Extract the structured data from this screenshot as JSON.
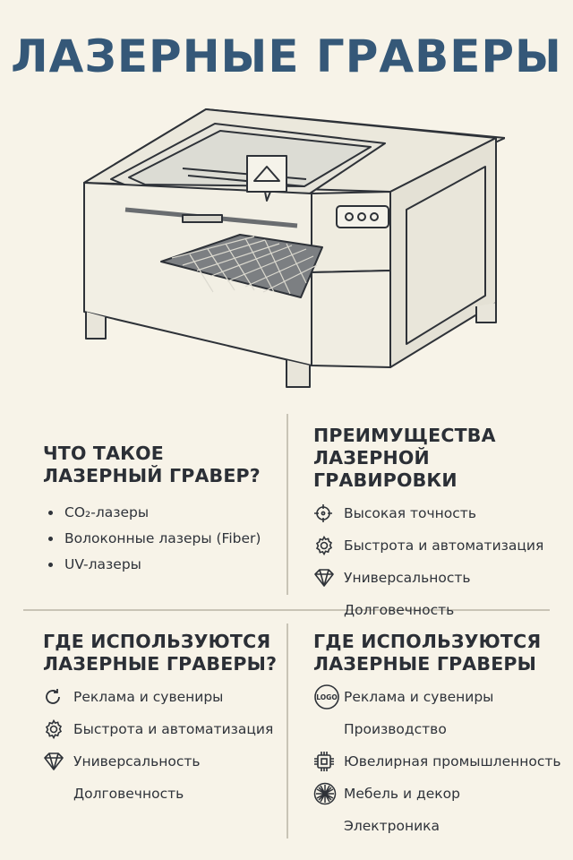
{
  "title": "ЛАЗЕРНЫЕ ГРАВЕРЫ",
  "what": {
    "title_line1": "ЧТО ТАКОЕ",
    "title_line2": "ЛАЗЕРНЫЙ ГРАВЕР?",
    "items": [
      "CO₂-лазеры",
      "Волоконные лазеры (Fiber)",
      "UV-лазеры"
    ]
  },
  "advantages": {
    "title_line1": "ПРЕИМУЩЕСТВА",
    "title_line2": "ЛАЗЕРНОЙ ГРАВИРОВКИ",
    "items": [
      {
        "label": "Высокая точность",
        "icon": "crosshair-icon"
      },
      {
        "label": "Быстрота и автоматизация",
        "icon": "gear-icon"
      },
      {
        "label": "Универсальность",
        "icon": "diamond-icon"
      },
      {
        "label": "Долговечность",
        "icon": ""
      }
    ]
  },
  "uses_left": {
    "title_line1": "ГДЕ ИСПОЛЬЗУЮТСЯ",
    "title_line2": "ЛАЗЕРНЫЕ ГРАВЕРЫ?",
    "items": [
      {
        "label": "Реклама и сувениры",
        "icon": "refresh-icon"
      },
      {
        "label": "Быстрота и автоматизация",
        "icon": "gear-icon"
      },
      {
        "label": "Универсальность",
        "icon": "diamond-icon"
      },
      {
        "label": "Долговечность",
        "icon": ""
      }
    ]
  },
  "uses_right": {
    "title_line1": "ГДЕ ИСПОЛЬЗУЮТСЯ",
    "title_line2": "ЛАЗЕРНЫЕ ГРАВЕРЫ",
    "logo_text": "LOGO",
    "items": [
      {
        "label": "Реклама и сувениры",
        "icon": "logo-icon"
      },
      {
        "label": "Производство",
        "icon": ""
      },
      {
        "label": "Ювелирная промышленность",
        "icon": "chip-icon"
      },
      {
        "label": "Мебель и декор",
        "icon": "starburst-icon"
      },
      {
        "label": "Электроника",
        "icon": ""
      }
    ]
  },
  "colors": {
    "title": "#355878",
    "background": "#f7f3e8",
    "text": "#2b2f36"
  }
}
